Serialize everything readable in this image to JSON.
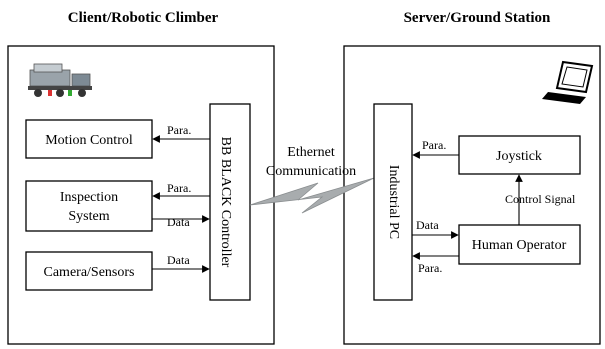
{
  "client": {
    "title": "Client/Robotic Climber",
    "controller": "BB BLACK Controller",
    "boxes": {
      "motion_control": "Motion Control",
      "inspection_line1": "Inspection",
      "inspection_line2": "System",
      "camera_sensors": "Camera/Sensors"
    }
  },
  "server": {
    "title": "Server/Ground Station",
    "industrial_pc": "Industrial PC",
    "boxes": {
      "joystick": "Joystick",
      "human_operator": "Human Operator"
    }
  },
  "link": {
    "line1": "Ethernet",
    "line2": "Communication"
  },
  "edge_labels": {
    "motion_para": "Para.",
    "inspection_para": "Para.",
    "inspection_data": "Data",
    "camera_data": "Data",
    "joystick_para": "Para.",
    "operator_data": "Data",
    "operator_para": "Para.",
    "control_signal": "Control Signal"
  },
  "icons": [
    "robot-climber-icon",
    "laptop-icon"
  ]
}
